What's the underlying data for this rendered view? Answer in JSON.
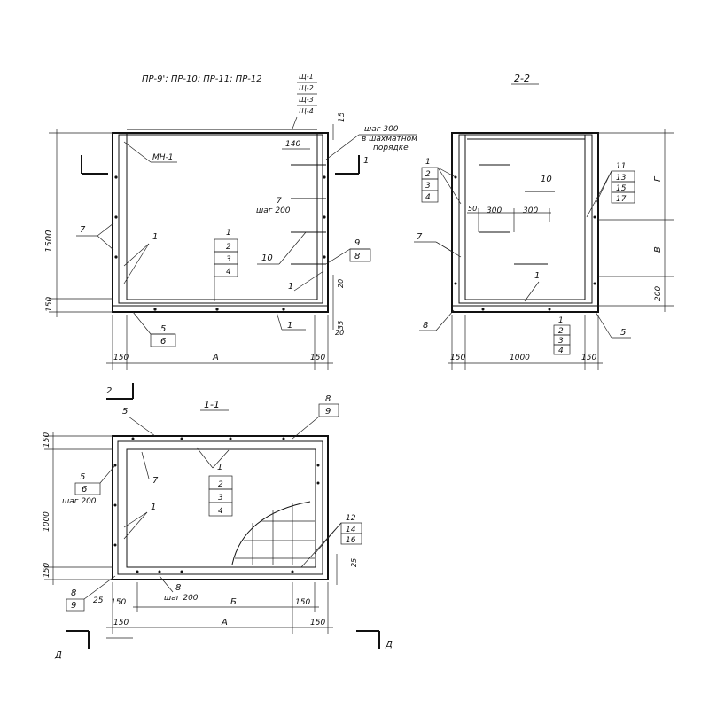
{
  "colors": {
    "ink": "#111111",
    "paper": "#ffffff",
    "grey": "#777777"
  },
  "header": {
    "products": "ПР-9'; ПР-10; ПР-11; ПР-12",
    "shields": [
      "Щ-1",
      "Щ-2",
      "Щ-3",
      "Щ-4"
    ]
  },
  "view1": {
    "dims": {
      "top": "15",
      "height": "1500",
      "bottom": "150",
      "r20a": "20",
      "r35": "35",
      "r20b": "20",
      "left_w": "150",
      "span": "A",
      "right_w": "150"
    },
    "mesh_label": "МН-1",
    "step_note": [
      "шаг 300",
      "в шахматном",
      "порядке"
    ],
    "dim140": "140",
    "step200": "шаг 200",
    "stack": [
      "1",
      "2",
      "3",
      "4"
    ],
    "pos": {
      "p7a": "7",
      "p1a": "1",
      "p7b": "7",
      "p10": "10",
      "p1b": "1",
      "p9": "9",
      "p8": "8",
      "p5": "5",
      "p6": "6",
      "p1c": "1"
    },
    "section_cut": "1"
  },
  "view2": {
    "title": "2-2",
    "stack_left": [
      "1",
      "2",
      "3",
      "4"
    ],
    "stack_right": [
      "11",
      "13",
      "15",
      "17"
    ],
    "dims": {
      "d50": "50",
      "d300a": "300",
      "d300b": "300",
      "g": "Г",
      "v": "В",
      "d200": "200",
      "l150": "150",
      "w1000": "1000",
      "r150": "150"
    },
    "pos": {
      "p10": "10",
      "p7": "7",
      "p1": "1",
      "p8": "8",
      "p5": "5"
    },
    "stack_bottom": [
      "2",
      "3",
      "4"
    ],
    "bottom_top": "1"
  },
  "view3": {
    "title": "1-1",
    "cut2": "2",
    "pos": {
      "p5a": "5",
      "p7": "7",
      "p1a": "1",
      "p1b": "1",
      "p8": "8",
      "p9": "9",
      "p5b": "5",
      "p6": "6",
      "p8b": "8",
      "p9b": "9",
      "p8c": "8",
      "p12": "12",
      "p14": "14",
      "p16": "16"
    },
    "step_left": "шаг 200",
    "step_bottom": "шаг 200",
    "stack": [
      "1",
      "2",
      "3",
      "4"
    ],
    "dims": {
      "t150": "150",
      "h1000": "1000",
      "b150": "150",
      "d25a": "25",
      "d25b": "25",
      "r150": "150",
      "l150": "150",
      "b": "Б",
      "a": "А",
      "rr150": "150"
    },
    "cutD_left": "Д",
    "cutD_right": "Д"
  }
}
